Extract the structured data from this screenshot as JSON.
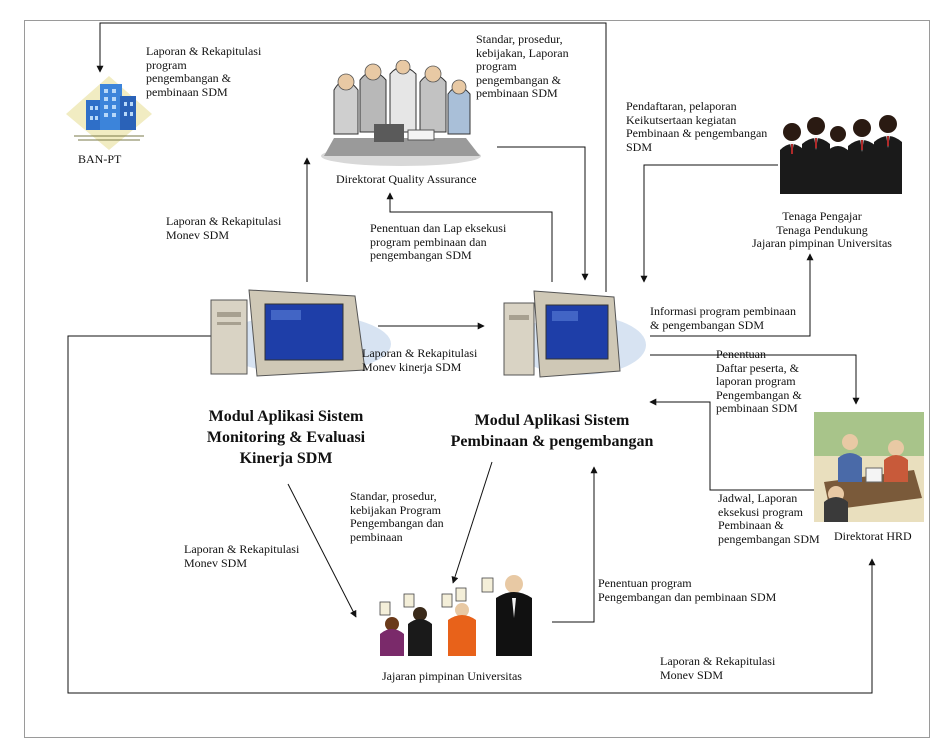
{
  "nodes": {
    "ban_pt": "BAN-PT",
    "quality_assurance": "Direktorat Quality Assurance",
    "staff": "Tenaga Pengajar\nTenaga Pendukung\nJajaran pimpinan Universitas",
    "hrd": "Direktorat HRD",
    "leadership": "Jajaran pimpinan Universitas",
    "monev_module": "Modul Aplikasi Sistem\nMonitoring & Evaluasi\nKinerja SDM",
    "pembinaan_module": "Modul Aplikasi Sistem\nPembinaan & pengembangan"
  },
  "labels": {
    "qa_to_banpt": "Laporan & Rekapitulasi\nprogram\npengembangan &\npembinaan SDM",
    "qa_standards": "Standar, prosedur,\nkebijakan, Laporan\nprogram\npengembangan &\npembinaan SDM",
    "staff_registration": "Pendaftaran, pelaporan\nKeikutsertaan kegiatan\nPembinaan & pengembangan\nSDM",
    "monev_to_qa": "Laporan & Rekapitulasi\nMonev  SDM",
    "qa_execution": "Penentuan dan Lap eksekusi\nprogram pembinaan dan\npengembangan SDM",
    "program_info": "Informasi program pembinaan\n& pengembangan SDM",
    "monev_to_pembinaan": "Laporan & Rekapitulasi\nMonev  kinerja SDM",
    "hrd_participants": "Penentuan\nDaftar peserta, &\nlaporan program\nPengembangan &\npembinaan SDM",
    "leadership_standards": "Standar, prosedur,\nkebijakan Program\nPengembangan dan\npembinaan",
    "monev_to_leadership": "Laporan & Rekapitulasi\nMonev  SDM",
    "hrd_schedule": "Jadwal, Laporan\neksekusi program\nPembinaan &\npengembangan SDM",
    "leadership_decision": "Penentuan program\nPengembangan dan pembinaan SDM",
    "monev_to_hrd": "Laporan & Rekapitulasi\nMonev  SDM"
  },
  "icons": [
    "building-icon",
    "meeting-icon",
    "computer-icon",
    "computer-icon",
    "business-group-icon",
    "office-desk-icon",
    "raised-paddles-icon"
  ],
  "colors": {
    "line": "#111111",
    "screen": "#1e3ea8",
    "frame": "#9a9a9a"
  }
}
